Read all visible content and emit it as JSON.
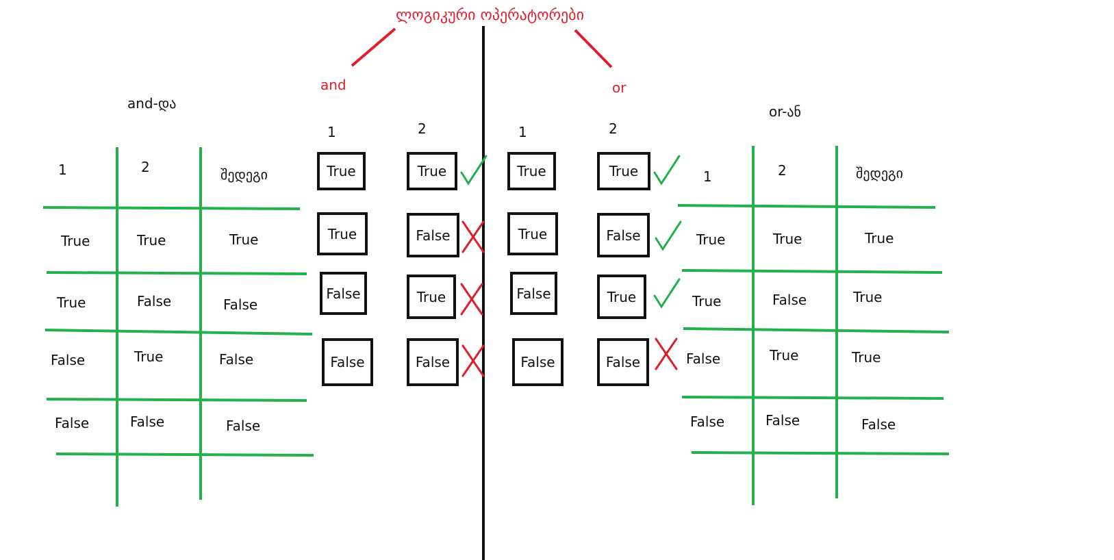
{
  "title": "ლოგიკური ოპერატორები",
  "labels": {
    "and": "and",
    "or": "or",
    "and_table_title": "and-და",
    "or_table_title": "or-ან"
  },
  "and_table": {
    "headers": [
      "1",
      "2",
      "შედეგი"
    ],
    "rows": [
      [
        "True",
        "True",
        "True"
      ],
      [
        "True",
        "False",
        "False"
      ],
      [
        "False",
        "True",
        "False"
      ],
      [
        "False",
        "False",
        "False"
      ]
    ]
  },
  "or_table": {
    "headers": [
      "1",
      "2",
      "შედეგი"
    ],
    "rows": [
      [
        "True",
        "True",
        "True"
      ],
      [
        "True",
        "False",
        "True"
      ],
      [
        "False",
        "True",
        "True"
      ],
      [
        "False",
        "False",
        "False"
      ]
    ]
  },
  "and_pairs": {
    "headers": [
      "1",
      "2"
    ],
    "rows": [
      [
        "True",
        "True"
      ],
      [
        "True",
        "False"
      ],
      [
        "False",
        "True"
      ],
      [
        "False",
        "False"
      ]
    ],
    "marks": [
      "check",
      "cross",
      "cross",
      "cross"
    ]
  },
  "or_pairs": {
    "headers": [
      "1",
      "2"
    ],
    "rows": [
      [
        "True",
        "True"
      ],
      [
        "True",
        "False"
      ],
      [
        "False",
        "True"
      ],
      [
        "False",
        "False"
      ]
    ],
    "marks": [
      "check",
      "check",
      "check",
      "cross"
    ]
  },
  "colors": {
    "grid": "#22b14c",
    "red": "#e21d2b",
    "black": "#111111",
    "check": "#22b14c"
  }
}
